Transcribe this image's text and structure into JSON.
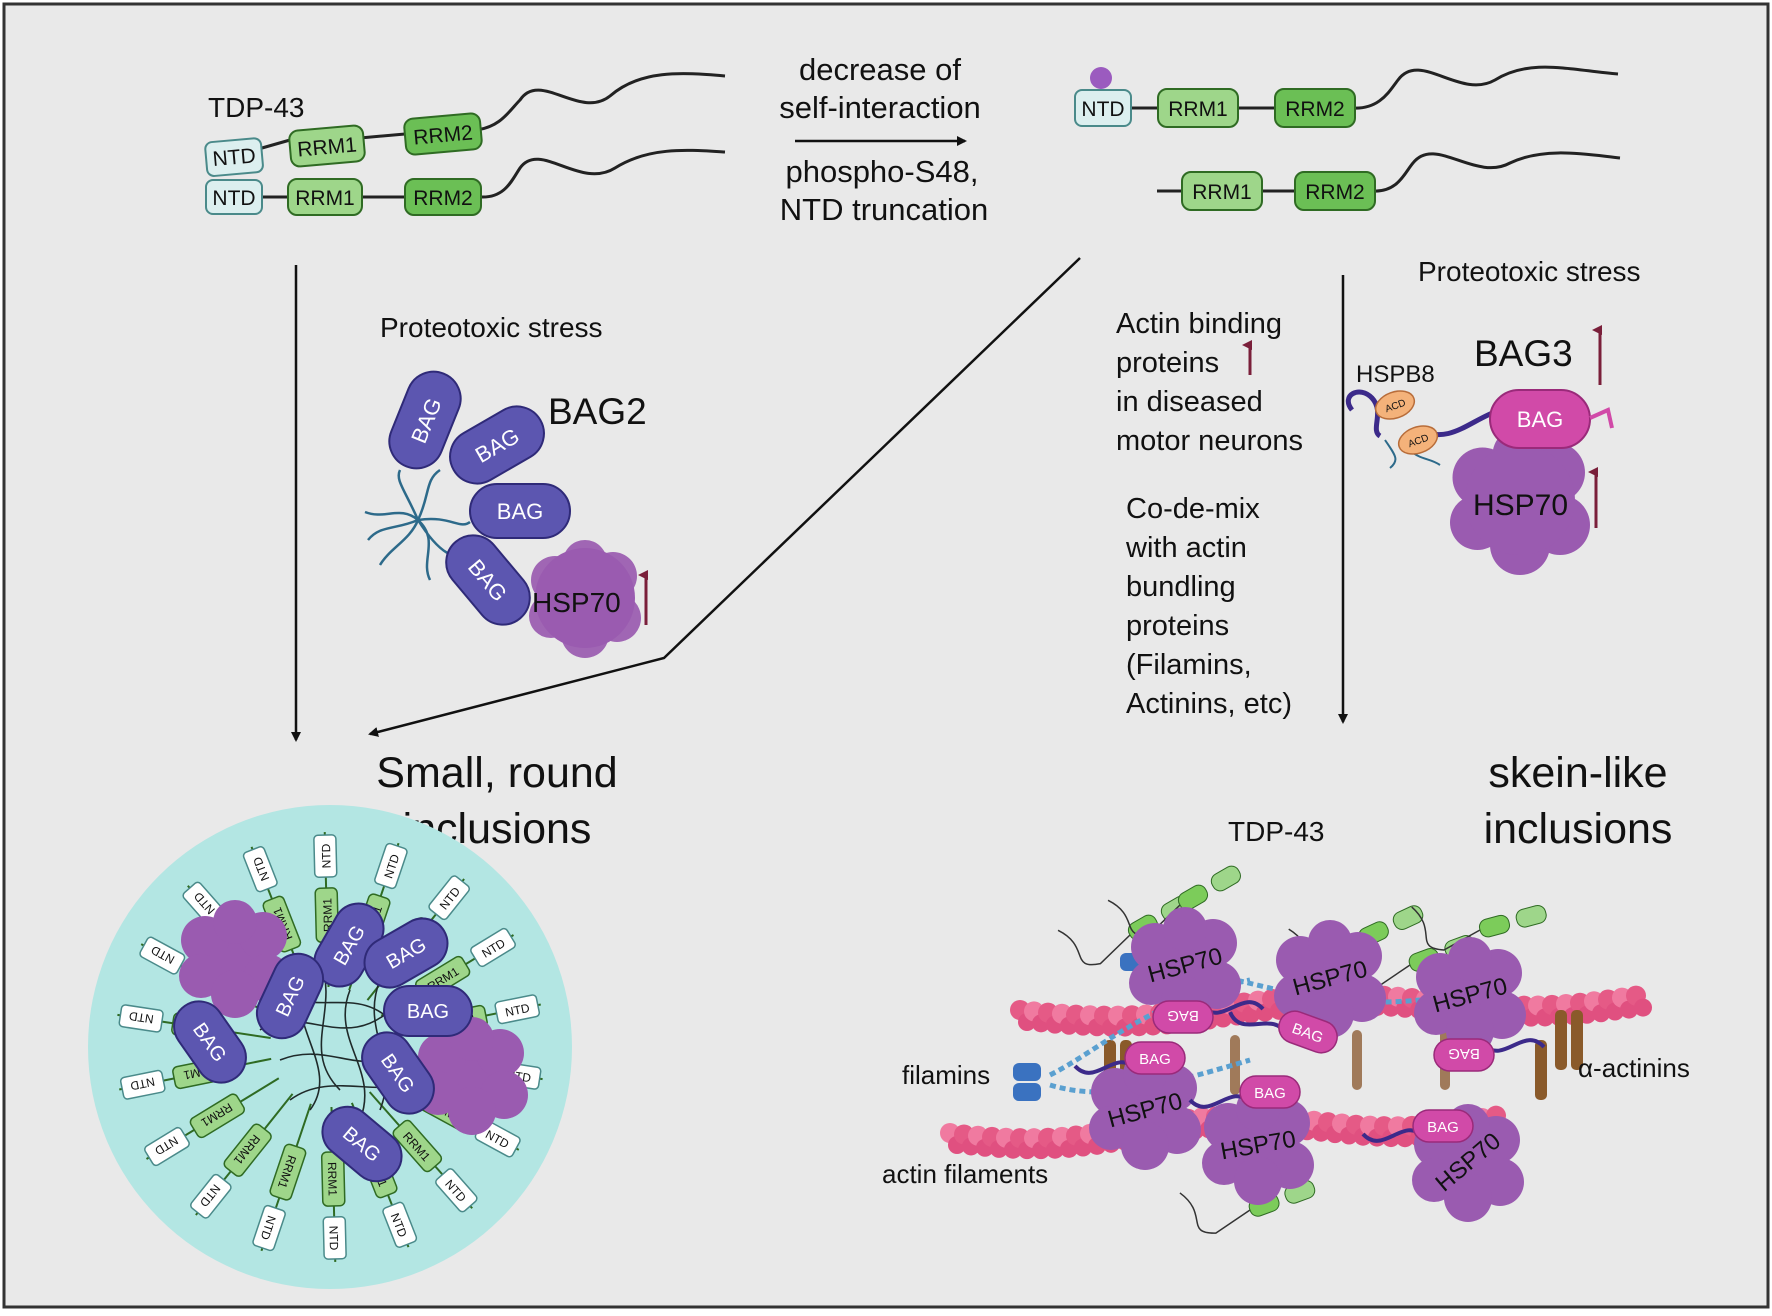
{
  "colors": {
    "background": "#e9e9e9",
    "frame": "#333333",
    "ntd_fill": "#dcefef",
    "ntd_stroke": "#4a8a8a",
    "rrm1_fill": "#9ed68a",
    "rrm2_fill": "#6bbf55",
    "rrm_stroke": "#2f6b23",
    "bag_purple": "#5c56b0",
    "bag_pink": "#d14aa8",
    "hsp70": "#9a5bb0",
    "inclusion_circle": "#b3e6e3",
    "up_arrow": "#7a1f3a",
    "actin_pink": "#e55a86",
    "phospho_dot": "#9b5bbf"
  },
  "labels": {
    "tdp43_top": "TDP-43",
    "ntd": "NTD",
    "rrm1": "RRM1",
    "rrm2": "RRM2",
    "transition_line1": "decrease of",
    "transition_line2": "self-interaction",
    "transition_line3": "phospho-S48,",
    "transition_line4": "NTD truncation",
    "proteotoxic_left": "Proteotoxic stress",
    "proteotoxic_right": "Proteotoxic stress",
    "bag": "BAG",
    "bag2": "BAG2",
    "bag3": "BAG3",
    "hsp70": "HSP70",
    "hspb8": "HSPB8",
    "acd": "ACD",
    "actin_binding_1": "Actin binding",
    "actin_binding_2": "proteins",
    "actin_binding_3": "in diseased",
    "actin_binding_4": "motor neurons",
    "codemix_1": "Co-de-mix",
    "codemix_2": "with actin",
    "codemix_3": "bundling",
    "codemix_4": "proteins",
    "codemix_5": "(Filamins,",
    "codemix_6": "Actinins, etc)",
    "small_round_1": "Small, round",
    "small_round_2": "inclusions",
    "skein_1": "skein-like",
    "skein_2": "inclusions",
    "tdp43_bottom": "TDP-43",
    "filamins": "filamins",
    "actin_filaments": "actin filaments",
    "alpha_actinins": "α-actinins"
  }
}
